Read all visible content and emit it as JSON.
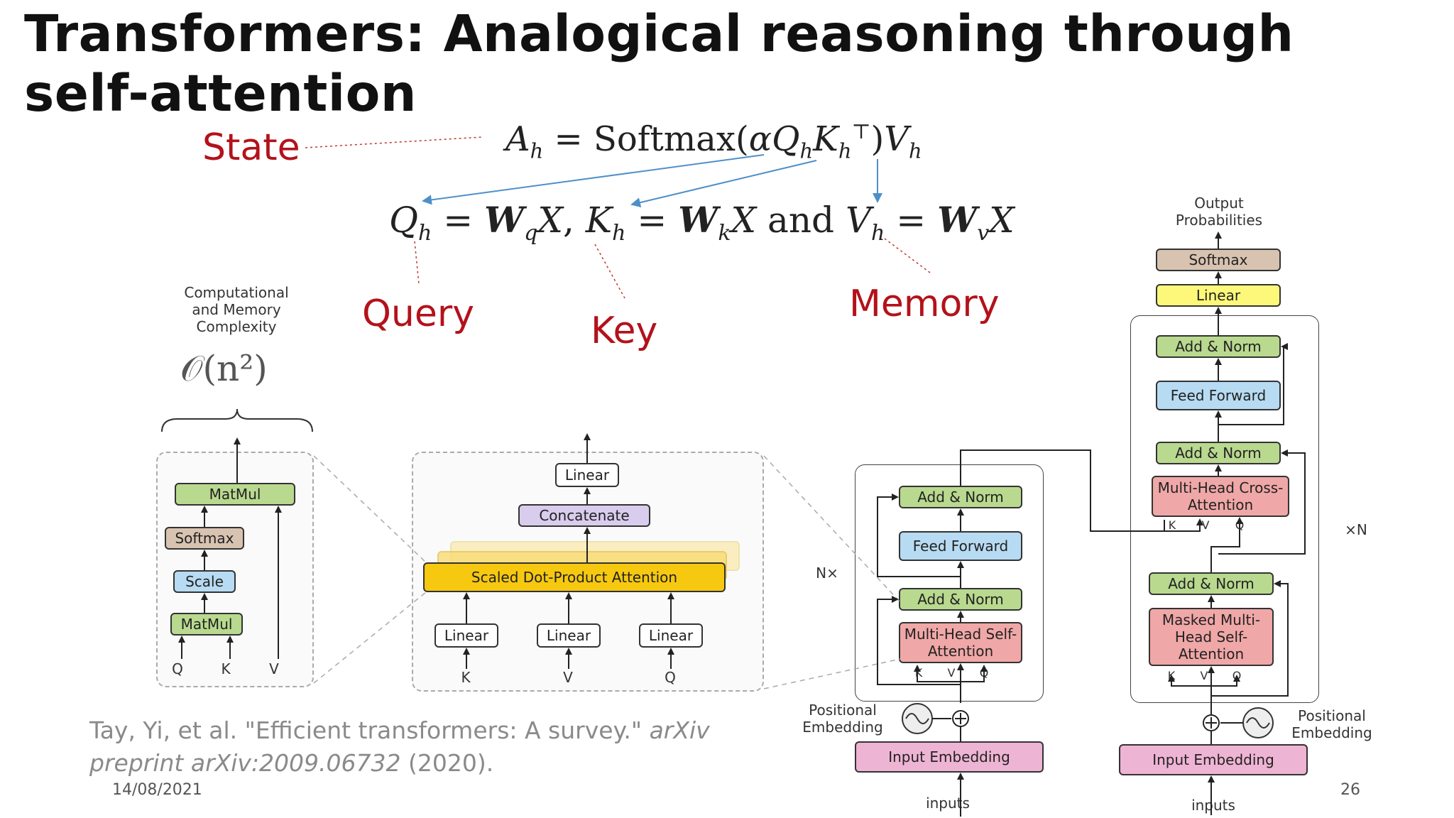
{
  "slide": {
    "title": "Transformers: Analogical reasoning through self-attention",
    "date": "14/08/2021",
    "page_number": "26"
  },
  "labels": {
    "state": "State",
    "query": "Query",
    "key": "Key",
    "memory": "Memory"
  },
  "citation": {
    "authors": "Tay, Yi, et al. \"Efficient transformers: A survey.\"",
    "venue_a": "arXiv",
    "venue_b": "preprint arXiv:2009.06732",
    "year": "(2020)."
  },
  "complexity": {
    "heading": "Computational and Memory Complexity",
    "big_o": "𝒪(n²)"
  },
  "attention_block": {
    "matmul_top": "MatMul",
    "softmax": "Softmax",
    "scale": "Scale",
    "matmul_bottom": "MatMul",
    "inputs": [
      "Q",
      "K",
      "V"
    ]
  },
  "multihead_block": {
    "linear_top": "Linear",
    "concat": "Concatenate",
    "sdpa": "Scaled Dot-Product Attention",
    "linear_labels": [
      "Linear",
      "Linear",
      "Linear"
    ],
    "inputs": [
      "K",
      "V",
      "Q"
    ]
  },
  "transformer": {
    "output_probabilities": "Output Probabilities",
    "softmax": "Softmax",
    "linear": "Linear",
    "encoder": {
      "add_norm_top": "Add & Norm",
      "feed_forward": "Feed Forward",
      "add_norm_bottom": "Add & Norm",
      "mhsa": "Multi-Head Self-Attention",
      "kvq": [
        "K",
        "V",
        "Q"
      ],
      "repeat": "N×",
      "pos_embedding": "Positional Embedding",
      "input_embedding": "Input Embedding",
      "inputs": "inputs"
    },
    "decoder": {
      "add_norm_top": "Add & Norm",
      "feed_forward": "Feed Forward",
      "add_norm_mid": "Add & Norm",
      "cross_attention": "Multi-Head Cross-Attention",
      "add_norm_bottom": "Add & Norm",
      "masked": "Masked Multi-Head Self-Attention",
      "kvq_cross": [
        "K",
        "V",
        "Q"
      ],
      "kvq_self": [
        "K",
        "V",
        "Q"
      ],
      "repeat": "×N",
      "pos_embedding": "Positional Embedding",
      "input_embedding": "Input Embedding",
      "inputs": "inputs"
    }
  },
  "colors": {
    "green": "#b9d98f",
    "blue": "#b7dbf2",
    "red": "#f0a7a7",
    "pink": "#eeb4d4",
    "yellow": "#fdf87a",
    "tan": "#d8c3b1",
    "purple": "#d9cdee",
    "gold": "#f6c810",
    "accent_red": "#b3121b",
    "arrow_blue": "#4f8fc7"
  }
}
